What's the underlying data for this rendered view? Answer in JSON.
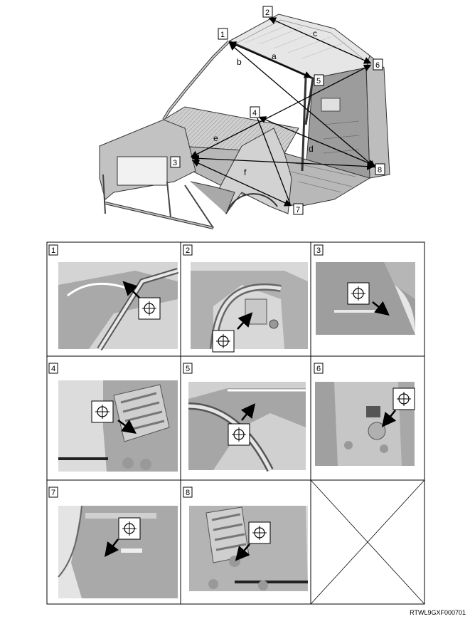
{
  "overview": {
    "points": [
      "1",
      "2",
      "3",
      "4",
      "5",
      "6",
      "7",
      "8"
    ],
    "lines": [
      "a",
      "b",
      "c",
      "d",
      "e",
      "f"
    ]
  },
  "grid": {
    "panels": [
      {
        "label": "1"
      },
      {
        "label": "2"
      },
      {
        "label": "3"
      },
      {
        "label": "4"
      },
      {
        "label": "5"
      },
      {
        "label": "6"
      },
      {
        "label": "7"
      },
      {
        "label": "8"
      }
    ]
  },
  "footer": {
    "code": "RTWL9GXF000701"
  },
  "colors": {
    "line": "#000000",
    "panel_bg": "#ffffff",
    "metal_light": "#d9d9d9",
    "metal_mid": "#a8a8a8",
    "metal_dark": "#555555"
  }
}
